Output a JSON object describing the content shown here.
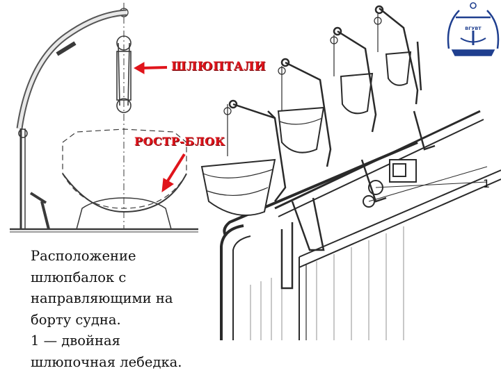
{
  "labels": {
    "davits_lifts": "ШЛЮПТАЛИ",
    "fall_block": "РОСТР-БЛОК"
  },
  "callout_number": "1",
  "caption_lines": [
    "Расположение",
    "шлюпбалок с",
    "направляющими на",
    "борту судна.",
    "1 — двойная",
    "шлюпочная лебедка."
  ],
  "logo": {
    "text": "ВГУВТ",
    "colors": {
      "primary": "#1f3f8f"
    }
  },
  "colors": {
    "label_red": "#e0141b",
    "line_art": "#2a2a2a"
  }
}
